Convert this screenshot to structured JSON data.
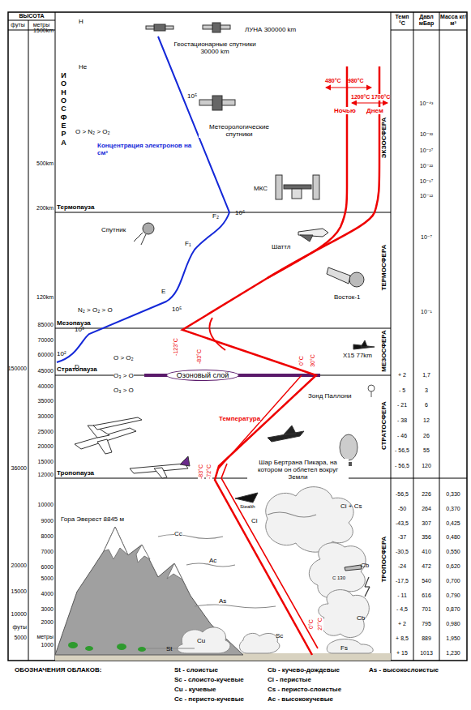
{
  "diagram": {
    "nodes": [
      {
        "text": [
          "Озоновый слой"
        ]
      }
    ],
    "labels": [
      "ВЫСОТА",
      "футы",
      "метры",
      "1500km",
      "500km",
      "200km",
      "120km",
      "85000",
      "70000",
      "60000",
      "45000",
      "40000",
      "35000",
      "30000",
      "25000",
      "20000",
      "15000",
      "12000",
      "10000",
      "9000",
      "8000",
      "7000",
      "6000",
      "5000",
      "4000",
      "3000",
      "2000",
      "1000",
      "150000",
      "36000",
      "20000",
      "15000",
      "10000",
      "футы",
      "5000",
      "метры",
      "H",
      "He",
      "ИОНОСФЕРА",
      "O > N₂ > O₂",
      "Концентрация электронов на см³",
      "Термопауза",
      "Спутник",
      "F₂",
      "10⁶",
      "F₁",
      "E",
      "10⁵",
      "N₂ > O₂ > O",
      "Мезопауза",
      "10³",
      "10²",
      "D",
      "O > O₂",
      "Стратопауза",
      "O₃ > O",
      "O₃ > O",
      "Тропопауза",
      "Гора Эверест 8845 м",
      "10⁵",
      "Геостационарные спутники 30000 km",
      "ЛУНА 300000 km",
      "Метеорологические спутники",
      "МКС",
      "Шаттл",
      "Восток-1",
      "X15 77km",
      "Зонд Паллони",
      "Температура",
      "Шар Бертрана Пикара, на котором он облетел вокруг Земли",
      "Stealth",
      "Ci + Cs",
      "Ci",
      "Cc",
      "Ac",
      "C 130",
      "Cb",
      "As",
      "Cb",
      "Cu",
      "Sc",
      "St",
      "Fs",
      "480°C",
      "980°C",
      "1200°C",
      "1700°C",
      "Ночью",
      "Днем",
      "-123°C",
      "-83°C",
      "0°C",
      "30°C",
      "-83°C",
      "-72°C",
      "0°C",
      "27°C",
      "Темп °C",
      "Давл мБар",
      "Масса кг/м³",
      "ЭКЗОСФЕРА",
      "ТЕРМОСФЕРА",
      "МЕЗОСФЕРА",
      "СТРАТОСФЕРА",
      "ТРОПОСФЕРА",
      "10⁻⁴³",
      "10⁻³²",
      "10⁻²⁷",
      "10⁻²²",
      "10⁻¹⁷",
      "10⁻¹²",
      "10⁻⁷",
      "10⁻¹",
      "+ 2",
      "1,7",
      "- 5",
      "3",
      "- 21",
      "6",
      "- 38",
      "12",
      "- 46",
      "26",
      "- 56,5",
      "55",
      "- 56,5",
      "120",
      "-56,5",
      "226",
      "0,330",
      "-50",
      "264",
      "0,370",
      "-43,5",
      "307",
      "0,425",
      "-37",
      "356",
      "0,480",
      "-30,5",
      "410",
      "0,550",
      "-24",
      "472",
      "0,620",
      "-17,5",
      "540",
      "0,700",
      "- 11",
      "616",
      "0,790",
      "- 4,5",
      "701",
      "0,870",
      "+ 2",
      "795",
      "0,980",
      "+ 8,5",
      "889",
      "1,950",
      "+ 15",
      "1013",
      "1,230",
      "ОБОЗНАЧЕНИЯ ОБЛАКОВ:"
    ],
    "legend": [
      {
        "text": "St - слоистые"
      },
      {
        "text": "Sc - слоисто-кучевые"
      },
      {
        "text": "Cu - кучевые"
      },
      {
        "text": "Cc - перисто-кучевые"
      },
      {
        "text": "Cb - кучево-дождевые"
      },
      {
        "text": "Ci - перистые"
      },
      {
        "text": "Cs - перисто-слоистые"
      },
      {
        "text": "Ac - высококучевые"
      },
      {
        "text": "As - высокослоистые"
      }
    ]
  }
}
